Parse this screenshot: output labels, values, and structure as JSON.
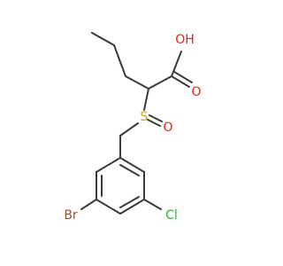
{
  "colors": {
    "bond": "#3a3a3a",
    "oxygen": "#e8231a",
    "sulfur": "#c9a800",
    "bromine": "#a0522d",
    "chlorine": "#2fb52f"
  },
  "atoms": {
    "hydroxyl": "OH",
    "carbonyl_oxygen": "O",
    "sulfur": "S",
    "sulfoxide_oxygen": "O",
    "bromine": "Br",
    "chlorine": "Cl"
  }
}
